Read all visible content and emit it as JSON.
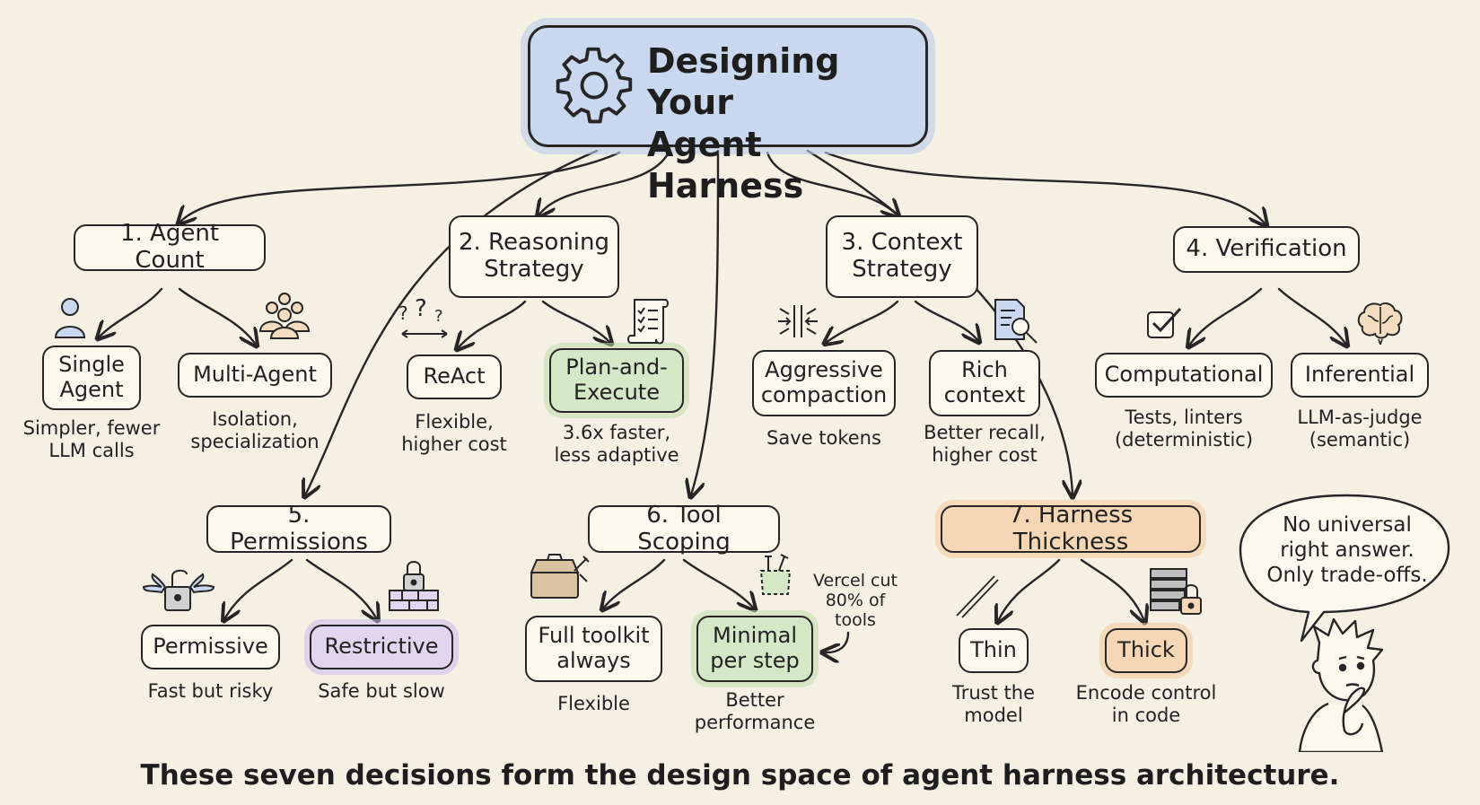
{
  "title": "Designing Your\nAgent Harness",
  "categories": {
    "agent_count": "1. Agent Count",
    "reasoning": "2. Reasoning\nStrategy",
    "context": "3. Context\nStrategy",
    "verification": "4. Verification",
    "permissions": "5. Permissions",
    "tool_scoping": "6. Tool Scoping",
    "harness_thickness": "7. Harness Thickness"
  },
  "options": {
    "single_agent": {
      "label": "Single\nAgent",
      "caption": "Simpler, fewer\nLLM calls"
    },
    "multi_agent": {
      "label": "Multi-Agent",
      "caption": "Isolation,\nspecialization"
    },
    "react": {
      "label": "ReAct",
      "caption": "Flexible,\nhigher cost"
    },
    "plan_execute": {
      "label": "Plan-and-\nExecute",
      "caption": "3.6x faster,\nless adaptive"
    },
    "aggressive": {
      "label": "Aggressive\ncompaction",
      "caption": "Save tokens"
    },
    "rich_context": {
      "label": "Rich\ncontext",
      "caption": "Better recall,\nhigher cost"
    },
    "computational": {
      "label": "Computational",
      "caption": "Tests, linters\n(deterministic)"
    },
    "inferential": {
      "label": "Inferential",
      "caption": "LLM-as-judge\n(semantic)"
    },
    "permissive": {
      "label": "Permissive",
      "caption": "Fast but risky"
    },
    "restrictive": {
      "label": "Restrictive",
      "caption": "Safe but slow"
    },
    "full_toolkit": {
      "label": "Full toolkit\nalways",
      "caption": "Flexible"
    },
    "minimal": {
      "label": "Minimal\nper step",
      "caption": "Better\nperformance"
    },
    "thin": {
      "label": "Thin",
      "caption": "Trust the\nmodel"
    },
    "thick": {
      "label": "Thick",
      "caption": "Encode control\nin code"
    }
  },
  "annotation": "Vercel cut\n80% of\ntools",
  "speech_bubble": "No universal\nright answer.\nOnly trade-offs.",
  "footer": "These seven decisions form the design space of agent harness architecture.",
  "colors": {
    "background": "#f4f0e4",
    "title_fill": "#c9d8ee",
    "highlight_green": "#d4e7c6",
    "highlight_purple": "#e1d6ef",
    "highlight_orange": "#f6d7b5",
    "ink": "#262626"
  },
  "icons": [
    "gear-icon",
    "person-icon",
    "group-icon",
    "question-arrows-icon",
    "checklist-scroll-icon",
    "compress-arrows-icon",
    "document-magnifier-icon",
    "checkbox-icon",
    "brain-icon",
    "winged-unlocked-padlock-icon",
    "brick-wall-padlock-icon",
    "toolbox-icon",
    "pocket-tools-icon",
    "thin-lines-icon",
    "server-padlock-icon",
    "thinking-person-icon"
  ]
}
